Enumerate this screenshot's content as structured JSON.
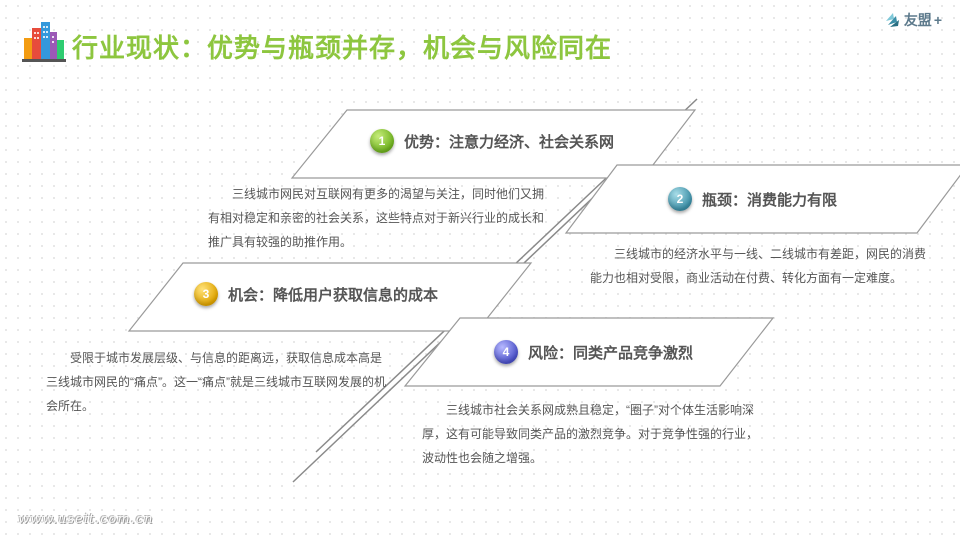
{
  "title": "行业现状：优势与瓶颈并存，机会与风险同在",
  "brand": {
    "name": "友盟",
    "mark": "+"
  },
  "footer_url": "www.useit.com.cn",
  "cards": [
    {
      "number": "1",
      "label": "优势：注意力经济、社会关系网",
      "text": "三线城市网民对互联网有更多的渴望与关注，同时他们又拥有相对稳定和亲密的社会关系，这些特点对于新兴行业的成长和推广具有较强的助推作用。"
    },
    {
      "number": "2",
      "label": "瓶颈：消费能力有限",
      "text": "三线城市的经济水平与一线、二线城市有差距，网民的消费能力也相对受限，商业活动在付费、转化方面有一定难度。"
    },
    {
      "number": "3",
      "label": "机会：降低用户获取信息的成本",
      "text": "受限于城市发展层级、与信息的距离远，获取信息成本高是三线城市网民的“痛点”。这一“痛点”就是三线城市互联网发展的机会所在。"
    },
    {
      "number": "4",
      "label": "风险：同类产品竞争激烈",
      "text": "三线城市社会关系网成熟且稳定，“圈子”对个体生活影响深厚，这有可能导致同类产品的激烈竞争。对于竞争性强的行业，波动性也会随之增强。"
    }
  ],
  "colors": {
    "title": "#8dc63f",
    "badge1": "#6fb21f",
    "badge2": "#3b8ea6",
    "badge3": "#e0a400",
    "badge4": "#4b51c9"
  }
}
